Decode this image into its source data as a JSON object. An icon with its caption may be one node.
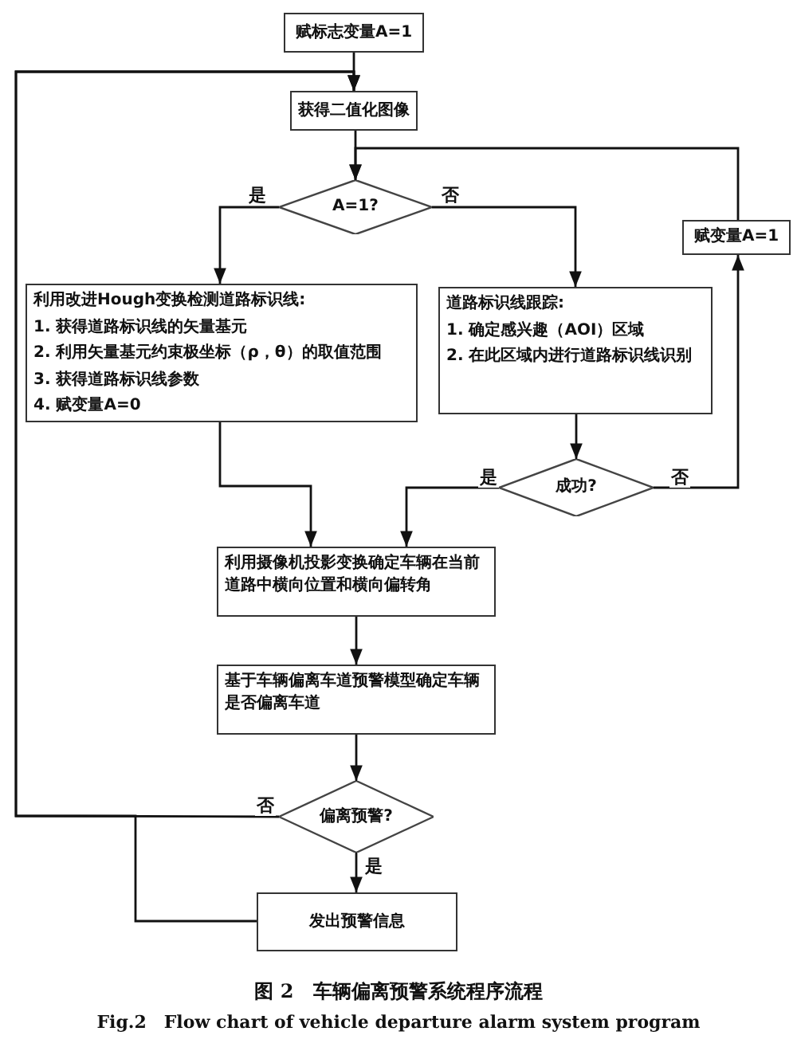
{
  "diagram": {
    "caption": "图 2　车辆偏离预警系统程序流程",
    "nodes": [
      {
        "text": [
          "赋标志变量A=1"
        ]
      },
      {
        "text": [
          "获得二值化图像"
        ]
      },
      {
        "text": [
          "A=1?"
        ]
      },
      {
        "text": [
          "利用改进Hough变换检测道路标识线:",
          "1. 获得道路标识线的矢量基元",
          "2. 利用矢量基元约束极坐标（ρ，θ）的取值范围",
          "3. 获得道路标识线参数",
          "4. 赋变量A=0"
        ]
      },
      {
        "text": [
          "道路标识线跟踪:",
          "1. 确定感兴趣（AOI）区域",
          "2. 在此区域内进行道路标识线识别"
        ]
      },
      {
        "text": [
          "成功?"
        ]
      },
      {
        "text": [
          "赋变量A=1"
        ]
      },
      {
        "text": [
          "利用摄像机投影变换确定车辆在当前道路中横向位置和横向偏转角"
        ]
      },
      {
        "text": [
          "基于车辆偏离车道预警模型确定车辆是否偏离车道"
        ]
      },
      {
        "text": [
          "偏离预警?"
        ]
      },
      {
        "text": [
          "发出预警信息"
        ]
      }
    ],
    "edges": [
      {
        "from": 0,
        "to": 1,
        "arrow": "to"
      },
      {
        "from": 1,
        "to": 2,
        "arrow": "to"
      },
      {
        "from": 2,
        "to": 3,
        "arrow": "to",
        "label": "是"
      },
      {
        "from": 2,
        "to": 4,
        "arrow": "to",
        "label": "否"
      },
      {
        "from": 3,
        "to": 7,
        "arrow": "to"
      },
      {
        "from": 4,
        "to": 5,
        "arrow": "to"
      },
      {
        "from": 5,
        "to": 7,
        "arrow": "to",
        "label": "是"
      },
      {
        "from": 5,
        "to": 6,
        "arrow": "to",
        "label": "否"
      },
      {
        "from": 6,
        "to": 2,
        "arrow": "to"
      },
      {
        "from": 7,
        "to": 8,
        "arrow": "to"
      },
      {
        "from": 8,
        "to": 9,
        "arrow": "to"
      },
      {
        "from": 9,
        "to": 10,
        "arrow": "to",
        "label": "是"
      },
      {
        "from": 9,
        "to": 1,
        "arrow": "to",
        "label": "否"
      },
      {
        "from": 10,
        "to": 1,
        "arrow": "to"
      }
    ],
    "labels": [
      "Fig.2　Flow chart of vehicle departure alarm system program"
    ]
  }
}
